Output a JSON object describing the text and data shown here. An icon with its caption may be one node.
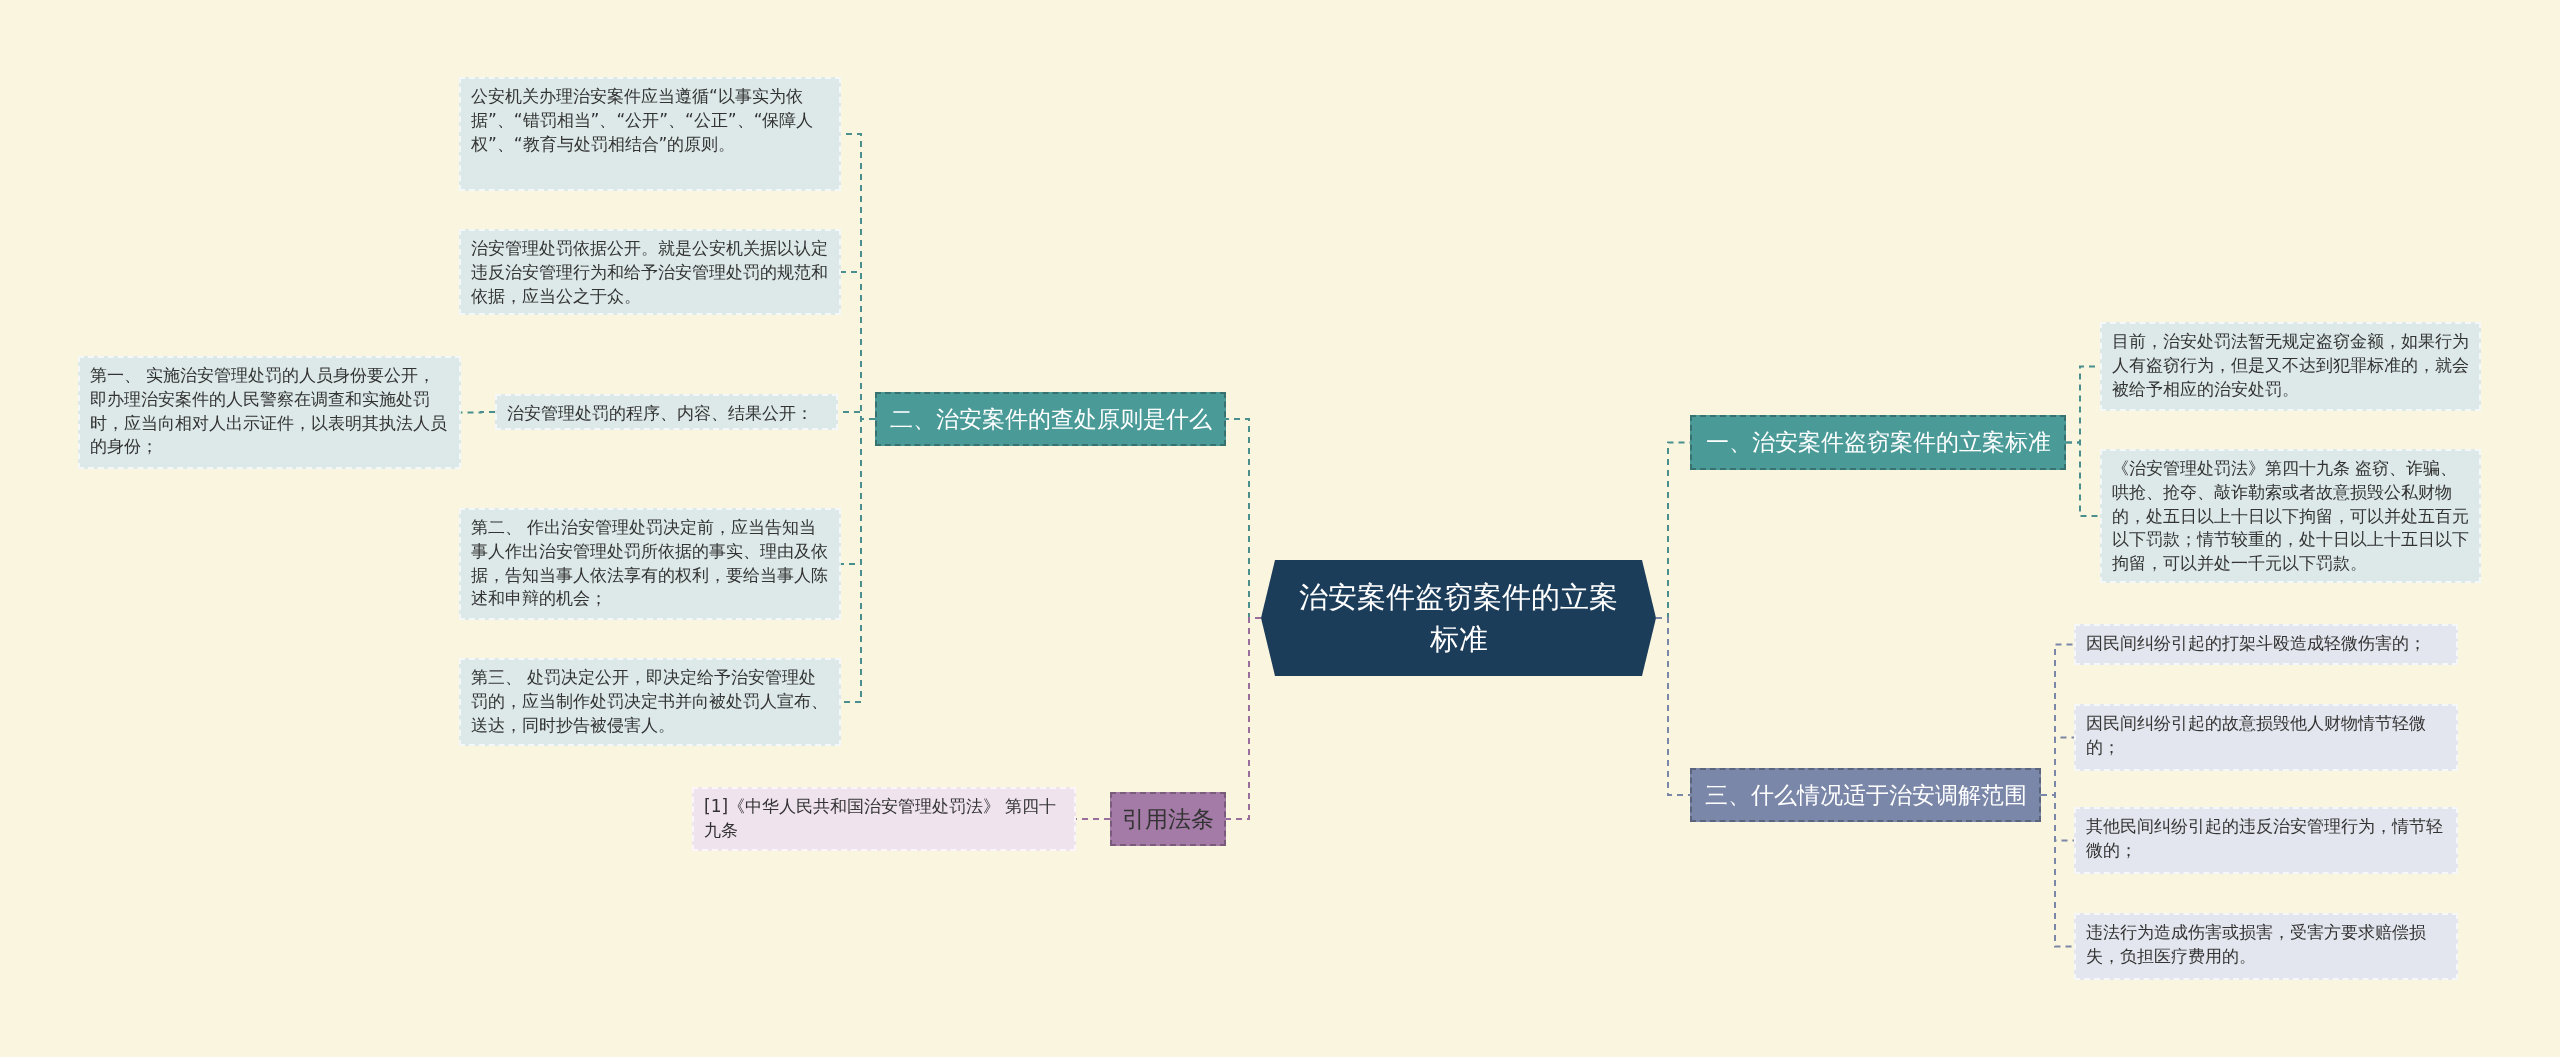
{
  "diagram": {
    "nodes": [
      {
        "text": [
          "治安案件盗窃案件的立案标准"
        ]
      },
      {
        "text": [
          "一、治安案件盗窃案件的立案标准"
        ]
      },
      {
        "text": [
          "目前，治安处罚法暂无规定盗窃金额，如果行为人有盗窃行为，但是又不达到犯罪标准的，就会被给予相应的治安处罚。"
        ]
      },
      {
        "text": [
          "《治安管理处罚法》第四十九条 盗窃、诈骗、哄抢、抢夺、敲诈勒索或者故意损毁公私财物的，处五日以上十日以下拘留，可以并处五百元以下罚款；情节较重的，处十日以上十五日以下拘留，可以并处一千元以下罚款。"
        ]
      },
      {
        "text": [
          "三、什么情况适于治安调解范围"
        ]
      },
      {
        "text": [
          "因民间纠纷引起的打架斗殴造成轻微伤害的；"
        ]
      },
      {
        "text": [
          "因民间纠纷引起的故意损毁他人财物情节轻微的；"
        ]
      },
      {
        "text": [
          "其他民间纠纷引起的违反治安管理行为，情节轻微的；"
        ]
      },
      {
        "text": [
          "违法行为造成伤害或损害，受害方要求赔偿损失，负担医疗费用的。"
        ]
      },
      {
        "text": [
          "二、治安案件的查处原则是什么"
        ]
      },
      {
        "text": [
          "公安机关办理治安案件应当遵循“以事实为依据”、“错罚相当”、“公开”、“公正”、“保障人权”、“教育与处罚相结合”的原则。"
        ]
      },
      {
        "text": [
          "治安管理处罚依据公开。就是公安机关据以认定违反治安管理行为和给予治安管理处罚的规范和依据，应当公之于众。"
        ]
      },
      {
        "text": [
          "治安管理处罚的程序、内容、结果公开："
        ]
      },
      {
        "text": [
          "第一、 实施治安管理处罚的人员身份要公开，即办理治安案件的人民警察在调查和实施处罚时，应当向相对人出示证件，以表明其执法人员的身份；"
        ]
      },
      {
        "text": [
          "第二、 作出治安管理处罚决定前，应当告知当事人作出治安管理处罚所依据的事实、理由及依据，告知当事人依法享有的权利，要给当事人陈述和申辩的机会；"
        ]
      },
      {
        "text": [
          "第三、 处罚决定公开，即决定给予治安管理处罚的，应当制作处罚决定书并向被处罚人宣布、送达，同时抄告被侵害人。"
        ]
      },
      {
        "text": [
          "引用法条"
        ]
      },
      {
        "text": [
          "[1]《中华人民共和国治安管理处罚法》 第四十九条"
        ]
      }
    ],
    "edges": [
      {
        "from": 0,
        "to": 1,
        "arrow": "none"
      },
      {
        "from": 1,
        "to": 2,
        "arrow": "none"
      },
      {
        "from": 1,
        "to": 3,
        "arrow": "none"
      },
      {
        "from": 0,
        "to": 4,
        "arrow": "none",
        "color": "#7a87a8"
      },
      {
        "from": 4,
        "to": 5,
        "arrow": "none",
        "color": "#7a87a8"
      },
      {
        "from": 4,
        "to": 6,
        "arrow": "none",
        "color": "#7a87a8"
      },
      {
        "from": 4,
        "to": 7,
        "arrow": "none",
        "color": "#7a87a8"
      },
      {
        "from": 4,
        "to": 8,
        "arrow": "none",
        "color": "#7a87a8"
      },
      {
        "from": 0,
        "to": 9,
        "arrow": "none"
      },
      {
        "from": 9,
        "to": 10,
        "arrow": "none"
      },
      {
        "from": 9,
        "to": 11,
        "arrow": "none"
      },
      {
        "from": 9,
        "to": 12,
        "arrow": "none"
      },
      {
        "from": 12,
        "to": 13,
        "arrow": "none"
      },
      {
        "from": 9,
        "to": 14,
        "arrow": "none"
      },
      {
        "from": 9,
        "to": 15,
        "arrow": "none"
      },
      {
        "from": 0,
        "to": 16,
        "arrow": "none",
        "color": "#9a6e9c"
      },
      {
        "from": 16,
        "to": 17,
        "arrow": "none",
        "color": "#9a6e9c"
      }
    ]
  }
}
